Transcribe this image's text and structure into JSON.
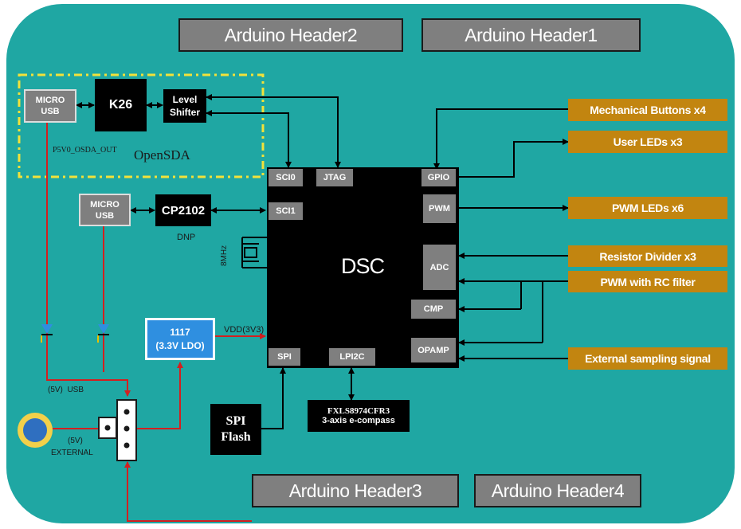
{
  "headers": {
    "h1": "Arduino Header1",
    "h2": "Arduino Header2",
    "h3": "Arduino Header3",
    "h4": "Arduino Header4"
  },
  "opensda": {
    "micro_usb": "MICRO\nUSB",
    "k26": "K26",
    "level_shifter": "Level\nShifter",
    "p5v0": "P5V0_OSDA_OUT",
    "label": "OpenSDA"
  },
  "usb2": {
    "micro_usb": "MICRO\nUSB",
    "cp2102": "CP2102",
    "dnp": "DNP"
  },
  "dsc": {
    "name": "DSC",
    "sci0": "SCI0",
    "jtag": "JTAG",
    "gpio": "GPIO",
    "sci1": "SCI1",
    "pwm": "PWM",
    "adc": "ADC",
    "cmp": "CMP",
    "opamp": "OPAMP",
    "spi": "SPI",
    "lpi2c": "LPI2C",
    "crystal": "8MHz"
  },
  "peripherals": {
    "buttons": "Mechanical Buttons x4",
    "user_leds": "User LEDs x3",
    "pwm_leds": "PWM LEDs x6",
    "resistor": "Resistor Divider x3",
    "pwm_rc": "PWM with RC filter",
    "ext_sampling": "External sampling signal"
  },
  "power": {
    "ldo": "1117\n(3.3V LDO)",
    "vdd": "VDD(3V3)",
    "usb5v": "(5V)  USB",
    "ext5v": "(5V)",
    "external": "EXTERNAL"
  },
  "spi_flash": "SPI\nFlash",
  "compass": {
    "part": "FXLS8974CFR3",
    "desc": "3-axis e-compass"
  },
  "colors": {
    "board": "#1fa7a3",
    "wire_red": "#d41f1f",
    "wire_black": "#000000",
    "orange": "#c28510",
    "dashed": "#f2e23a",
    "ldo_blue": "#2f8fe0"
  }
}
